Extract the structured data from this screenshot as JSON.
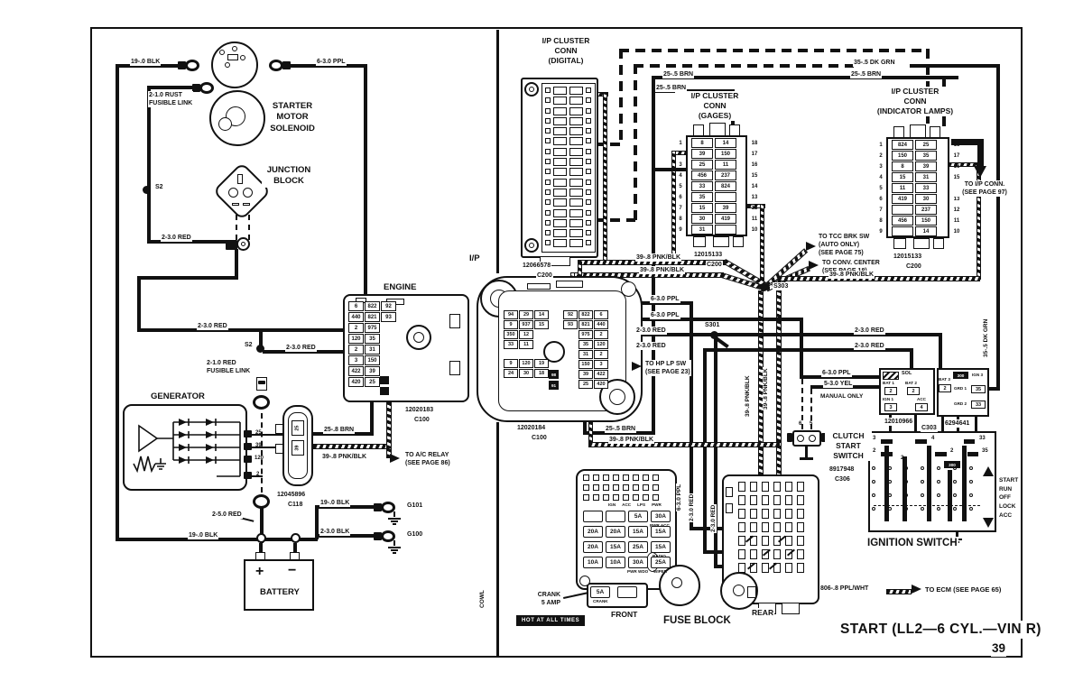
{
  "page": {
    "title": "START (LL2—6 CYL.—VIN R)",
    "number": "39"
  },
  "areas": {
    "ip": "I/P",
    "cowl": "COWL"
  },
  "starter": {
    "label": "STARTER\nMOTOR\nSOLENOID"
  },
  "junction": {
    "label": "JUNCTION\nBLOCK"
  },
  "generator": {
    "label": "GENERATOR",
    "t25": "25",
    "t39": "39",
    "t120": "120",
    "t2": "2"
  },
  "battery": {
    "label": "BATTERY",
    "plus": "+",
    "minus": "−"
  },
  "c118": {
    "part": "12045896",
    "conn": "C118",
    "cell_a": "25",
    "cell_b": "39"
  },
  "engine_conn": {
    "label": "ENGINE",
    "part": "12020183",
    "conn": "C100",
    "rows": [
      [
        "6",
        "822",
        "92"
      ],
      [
        "440",
        "821",
        "93"
      ],
      [
        "2",
        "975"
      ],
      [
        "120",
        "35"
      ],
      [
        "2",
        "31"
      ],
      [
        "3",
        "150"
      ],
      [
        "422",
        "39"
      ],
      [
        "420",
        "25"
      ]
    ]
  },
  "ip_conn": {
    "part": "12020184",
    "conn": "C100",
    "grid_a": [
      [
        "94",
        "29",
        "14"
      ],
      [
        "9",
        "937",
        "15"
      ],
      [
        "350",
        "12"
      ],
      [
        "33",
        "11"
      ]
    ],
    "grid_b": [
      [
        "9",
        "120",
        "19"
      ],
      [
        "24",
        "30",
        "18"
      ]
    ],
    "grid_c": [
      [
        "92",
        "822",
        "6"
      ],
      [
        "93",
        "821",
        "440"
      ],
      [
        "975",
        "2"
      ],
      [
        "35",
        "120"
      ],
      [
        "31",
        "2"
      ],
      [
        "150",
        "3"
      ],
      [
        "39",
        "422"
      ],
      [
        "25",
        "420"
      ]
    ],
    "side_a": "98",
    "side_b": "91"
  },
  "digital": {
    "label": "I/P CLUSTER\nCONN\n(DIGITAL)",
    "part": "12066578",
    "conn": "C200"
  },
  "gages": {
    "label": "I/P CLUSTER\nCONN\n(GAGES)",
    "part": "12015133",
    "conn": "C200",
    "rows": [
      [
        "8",
        "14"
      ],
      [
        "39",
        "150"
      ],
      [
        "25",
        "11"
      ],
      [
        "456",
        "237"
      ],
      [
        "33",
        "824"
      ],
      [
        "35",
        ""
      ],
      [
        "15",
        "39"
      ],
      [
        "30",
        "419"
      ],
      [
        "31",
        ""
      ]
    ],
    "pins_left": [
      "1",
      "2",
      "3",
      "4",
      "5",
      "6",
      "7",
      "8",
      "9"
    ],
    "pins_right": [
      "18",
      "17",
      "16",
      "15",
      "14",
      "13",
      "12",
      "11",
      "10"
    ]
  },
  "lamps": {
    "label": "I/P CLUSTER\nCONN\n(INDICATOR LAMPS)",
    "part": "12015133",
    "conn": "C200",
    "rows": [
      [
        "824",
        "25"
      ],
      [
        "150",
        "35"
      ],
      [
        "8",
        "39"
      ],
      [
        "15",
        "31"
      ],
      [
        "11",
        "33"
      ],
      [
        "419",
        "30"
      ],
      [
        "",
        "237"
      ],
      [
        "456",
        "150"
      ],
      [
        "",
        "14"
      ]
    ],
    "pins_left": [
      "1",
      "2",
      "3",
      "4",
      "5",
      "6",
      "7",
      "8",
      "9"
    ],
    "pins_right": [
      "18",
      "17",
      "16",
      "15",
      "14",
      "13",
      "12",
      "11",
      "10"
    ]
  },
  "conn1": {
    "part": "12010966",
    "sol": "SOL",
    "bat1": "BAT 1",
    "bat2": "BAT 2",
    "ign1": "IGN 1",
    "acc": "ACC",
    "bat1_c": "2",
    "bat2_c": "2",
    "ign1_c": "3",
    "acc_c": "4"
  },
  "conn2": {
    "part": "6294641",
    "conn": "C303",
    "bat3": "BAT 3",
    "ign3": "IGN 3",
    "grd1": "GRD 1",
    "grd2": "GRD 2",
    "bat3_c": "2",
    "ign3_c": "300",
    "grd1_c": "35",
    "grd2_c": "33"
  },
  "ign_switch": {
    "label": "IGNITION SWITCH",
    "t3": "3",
    "t4": "4",
    "t2a": "2",
    "t2b": "2",
    "t2c": "2",
    "t33": "33",
    "t35": "35",
    "t300": "300",
    "positions": [
      "START",
      "RUN",
      "OFF",
      "LOCK",
      "ACC"
    ]
  },
  "clutch": {
    "label": "CLUTCH\nSTART\nSWITCH",
    "part": "8917948",
    "conn": "C306",
    "pin6": "6",
    "pin5": "5"
  },
  "fuse_block": {
    "label": "FUSE BLOCK",
    "front": "FRONT",
    "rear": "REAR",
    "col_labels": [
      "IGN",
      "ACC",
      "LPS",
      "PWR"
    ],
    "rows": [
      [
        "",
        "",
        "5A",
        "30A"
      ],
      [
        "20A",
        "20A",
        "15A",
        "15A"
      ],
      [
        "20A",
        "15A",
        "25A",
        "15A"
      ],
      [
        "10A",
        "10A",
        "30A",
        "25A"
      ]
    ],
    "crank_a": "5A",
    "crank_b": "",
    "sub_pwracc": "PWR ACC",
    "sub_radio": "RADIO",
    "sub_pwrwdo": "PWR WDO",
    "sub_wiper": "WIPER",
    "sub_crank": "CRANK"
  },
  "splices": {
    "s2a": "S2",
    "s2b": "S2",
    "s301": "S301",
    "s303": "S303"
  },
  "grounds": {
    "g101": "G101",
    "g100": "G100"
  },
  "notes": {
    "ac": "TO A/C RELAY\n(SEE PAGE 86)",
    "hp": "TO HP LP SW\n(SEE PAGE 23)",
    "tcc": "TO TCC BRK SW\n(AUTO ONLY)\n(SEE PAGE 75)",
    "conv": "TO CONV. CENTER\n(SEE PAGE 18)",
    "ipc": "TO I/P CONN.\n(SEE PAGE 97)",
    "ecm": "TO ECM  (SEE PAGE 65)",
    "manual": "MANUAL ONLY",
    "hot": "HOT AT ALL TIMES",
    "crank": "CRANK\n5 AMP"
  },
  "wires": {
    "blk_top": "19-.0 BLK",
    "ppl_top": "6-3.0 PPL",
    "rust_link": "2-1.0 RUST\nFUSIBLE LINK",
    "red_jct": "2-3.0 RED",
    "red_eng1": "2-3.0 RED",
    "red_eng2": "2-3.0 RED",
    "red_link": "2-1.0 RED\nFUSIBLE LINK",
    "red_bat": "2-5.0 RED",
    "blk_main": "19-.0 BLK",
    "blk_g101": "19-.0 BLK",
    "blk_g100": "2-3.0 BLK",
    "brn_c118": "25-.8 BRN",
    "pnk_c118": "39-.8 PNK/BLK",
    "brn_a": "25-.5 BRN",
    "brn_b": "25-.5 BRN",
    "brn_c": "25-.5 BRN",
    "brn_d": "25-.5 BRN",
    "grn_a": "35-.5 DK GRN",
    "grn_b": "35-.5 DK GRN",
    "pnk_a": "39-.8 PNK/BLK",
    "pnk_b": "39-.8 PNK/BLK",
    "pnk_c": "39-.8 PNK/BLK",
    "pnk_d": "39-.8 PNK/BLK",
    "pnk_e": "39-.8 PNK/BLK",
    "pnk_f": "39-.8 PNK/BLK",
    "ppl_a": "6-3.0 PPL",
    "ppl_b": "6-3.0 PPL",
    "ppl_c": "6-3.0 PPL",
    "ppl_d": "6-3.0 PPL",
    "yel_a": "5-3.0 YEL",
    "red_a": "2-3.0 RED",
    "red_b": "2-3.0 RED",
    "red_c": "2-3.0 RED",
    "red_d": "2-3.0 RED",
    "red_va": "2-3.0 RED",
    "red_vb": "2-3.0 RED",
    "ecm": "806-.8 PPL/WHT"
  }
}
